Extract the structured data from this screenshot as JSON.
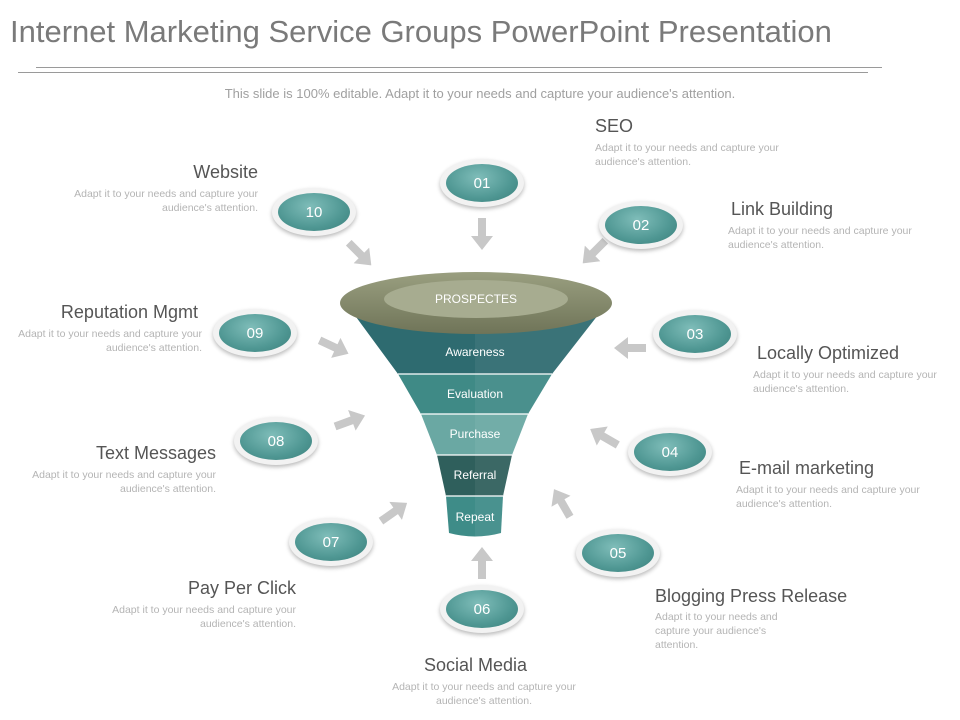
{
  "title": "Internet Marketing Service Groups PowerPoint Presentation",
  "subtitle": "This slide is 100% editable. Adapt it to your needs and capture your audience's attention.",
  "funnel": {
    "top": "PROSPECTES",
    "stages": [
      "Awareness",
      "Evaluation",
      "Purchase",
      "Referral",
      "Repeat"
    ]
  },
  "items": [
    {
      "num": "01",
      "label": "SEO",
      "desc": "Adapt it to your needs and capture your audience's attention."
    },
    {
      "num": "02",
      "label": "Link Building",
      "desc": "Adapt it to your needs and capture your audience's attention."
    },
    {
      "num": "03",
      "label": "Locally Optimized",
      "desc": "Adapt it to your needs and capture your audience's attention."
    },
    {
      "num": "04",
      "label": "E-mail marketing",
      "desc": "Adapt it to your needs and capture your audience's attention."
    },
    {
      "num": "05",
      "label": "Blogging  Press Release",
      "desc": "Adapt it to your needs and capture your audience's attention."
    },
    {
      "num": "06",
      "label": "Social Media",
      "desc": "Adapt it to your needs and capture your audience's attention."
    },
    {
      "num": "07",
      "label": "Pay Per Click",
      "desc": "Adapt it to your needs and capture your audience's attention."
    },
    {
      "num": "08",
      "label": "Text Messages",
      "desc": "Adapt it to your needs and capture your audience's attention."
    },
    {
      "num": "09",
      "label": "Reputation Mgmt",
      "desc": "Adapt it to your needs and capture your audience's attention."
    },
    {
      "num": "10",
      "label": "Website",
      "desc": "Adapt it to your needs and capture your audience's attention."
    }
  ],
  "colors": {
    "badge": "#4f9793",
    "funnel_top": "#8a8f73",
    "awareness": "#2e6b70",
    "evaluation": "#3f8a86",
    "purchase": "#6aa8a3",
    "referral": "#2f5f5c",
    "repeat": "#3e8c88",
    "arrow": "#c8c8c8"
  }
}
